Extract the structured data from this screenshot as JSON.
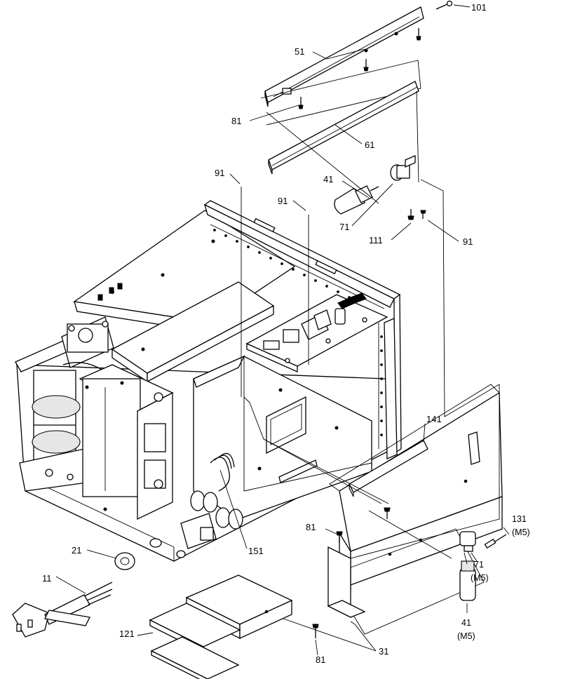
{
  "labels": {
    "l101": "101",
    "l51": "51",
    "l81a": "81",
    "l61": "61",
    "l91a": "91",
    "l41a": "41",
    "l91b": "91",
    "l71a": "71",
    "l111": "111",
    "l91c": "91",
    "l141": "141",
    "l131": "131",
    "l131sub": "(M5)",
    "l81b": "81",
    "l21": "21",
    "l151": "151",
    "l71b": "71",
    "l71bsub": "(M5)",
    "l11": "11",
    "l41b": "41",
    "l41bsub": "(M5)",
    "l121": "121",
    "l81c": "81",
    "l31": "31"
  }
}
